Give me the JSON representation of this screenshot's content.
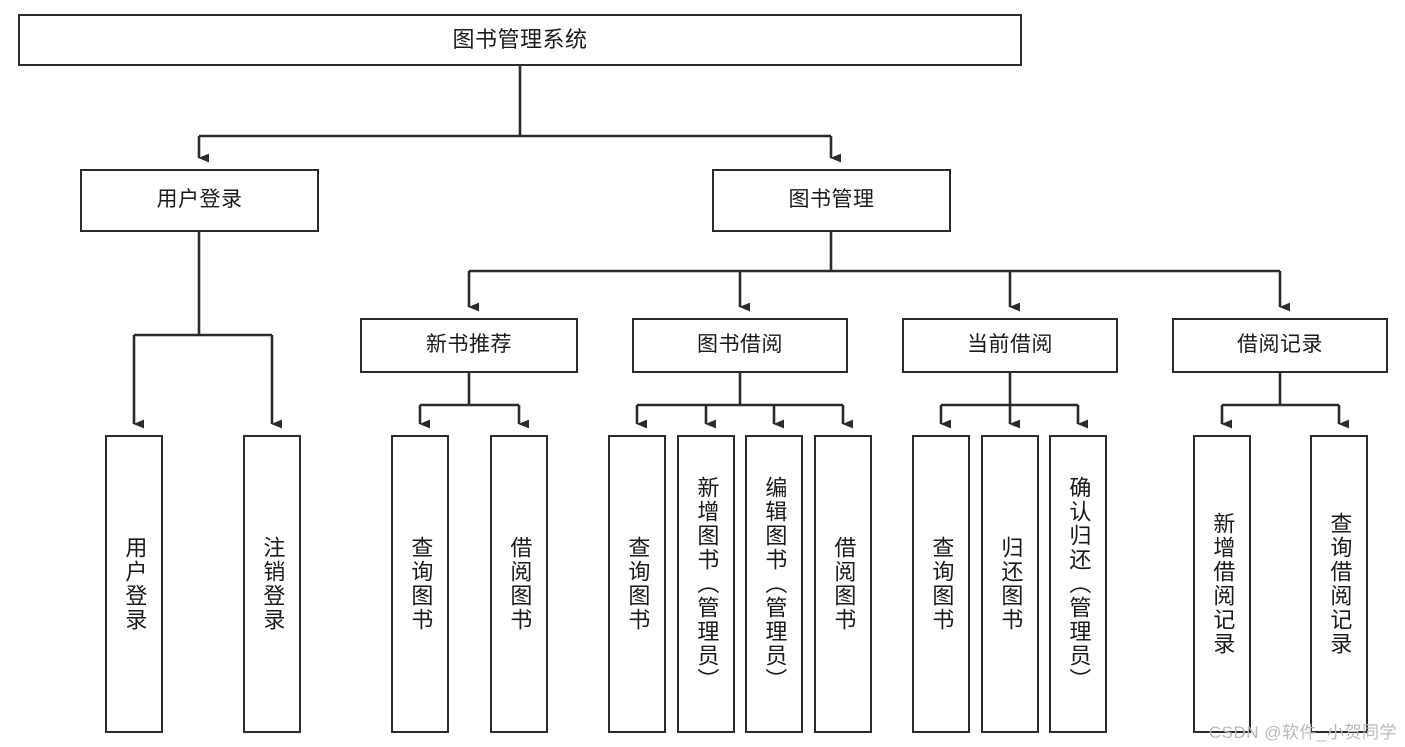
{
  "diagram": {
    "title": "图书管理系统",
    "type": "tree",
    "watermark": "CSDN @软件_小贺同学",
    "stroke_color": "#2b2b2b",
    "background_color": "#ffffff",
    "levels": {
      "root": {
        "label": "图书管理系统"
      },
      "level2": [
        {
          "label": "用户登录"
        },
        {
          "label": "图书管理"
        }
      ],
      "level3": [
        {
          "label": "新书推荐"
        },
        {
          "label": "图书借阅"
        },
        {
          "label": "当前借阅"
        },
        {
          "label": "借阅记录"
        }
      ],
      "leaves": [
        {
          "label": "用户登录"
        },
        {
          "label": "注销登录"
        },
        {
          "label": "查询图书"
        },
        {
          "label": "借阅图书"
        },
        {
          "label": "查询图书"
        },
        {
          "label": "新增图书（管理员）"
        },
        {
          "label": "编辑图书（管理员）"
        },
        {
          "label": "借阅图书"
        },
        {
          "label": "查询图书"
        },
        {
          "label": "归还图书"
        },
        {
          "label": "确认归还（管理员）"
        },
        {
          "label": "新增借阅记录"
        },
        {
          "label": "查询借阅记录"
        }
      ]
    },
    "edges": [
      {
        "from": "图书管理系统",
        "to": "用户登录"
      },
      {
        "from": "图书管理系统",
        "to": "图书管理"
      },
      {
        "from": "用户登录",
        "to": "用户登录"
      },
      {
        "from": "用户登录",
        "to": "注销登录"
      },
      {
        "from": "图书管理",
        "to": "新书推荐"
      },
      {
        "from": "图书管理",
        "to": "图书借阅"
      },
      {
        "from": "图书管理",
        "to": "当前借阅"
      },
      {
        "from": "图书管理",
        "to": "借阅记录"
      },
      {
        "from": "新书推荐",
        "to": "查询图书"
      },
      {
        "from": "新书推荐",
        "to": "借阅图书"
      },
      {
        "from": "图书借阅",
        "to": "查询图书"
      },
      {
        "from": "图书借阅",
        "to": "新增图书（管理员）"
      },
      {
        "from": "图书借阅",
        "to": "编辑图书（管理员）"
      },
      {
        "from": "图书借阅",
        "to": "借阅图书"
      },
      {
        "from": "当前借阅",
        "to": "查询图书"
      },
      {
        "from": "当前借阅",
        "to": "归还图书"
      },
      {
        "from": "当前借阅",
        "to": "确认归还（管理员）"
      },
      {
        "from": "借阅记录",
        "to": "新增借阅记录"
      },
      {
        "from": "借阅记录",
        "to": "查询借阅记录"
      }
    ]
  }
}
